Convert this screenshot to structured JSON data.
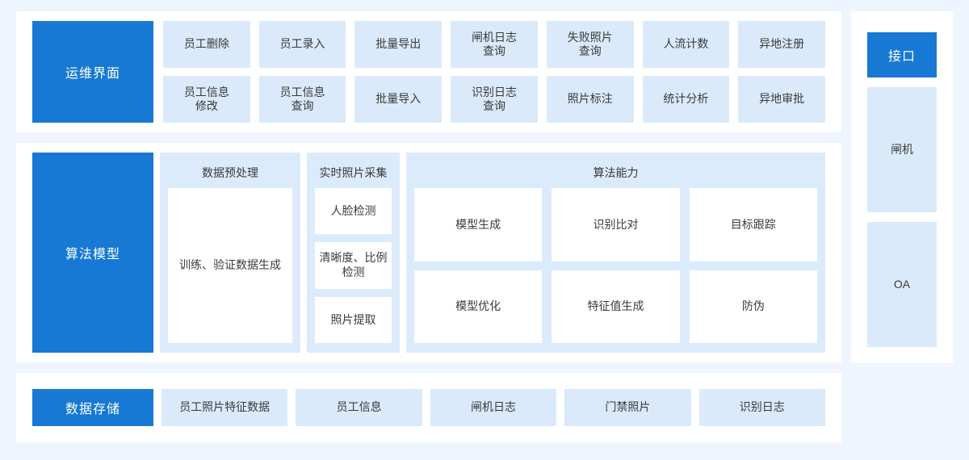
{
  "colors": {
    "page_background": "#eff5fe",
    "card_background": "#ffffff",
    "accent_blue": "#1779d3",
    "light_blue": "#daeafb",
    "panel_blue": "#dcebfc",
    "text": "#3a3a3a"
  },
  "sections": {
    "ops": {
      "label": "运维界面",
      "items": [
        "员工删除",
        "员工录入",
        "批量导出",
        "闸机日志\n查询",
        "失败照片\n查询",
        "人流计数",
        "异地注册",
        "员工信息\n修改",
        "员工信息\n查询",
        "批量导入",
        "识别日志\n查询",
        "照片标注",
        "统计分析",
        "异地审批"
      ],
      "row1": [
        "员工删除",
        "员工录入",
        "批量导出",
        "闸机日志 查询",
        "失败照片 查询",
        "人流计数",
        "异地注册"
      ],
      "row2": [
        "员工信息 修改",
        "员工信息 查询",
        "批量导入",
        "识别日志 查询",
        "照片标注",
        "统计分析",
        "异地审批"
      ]
    },
    "algorithm": {
      "label": "算法模型",
      "panels": [
        {
          "title": "数据预处理",
          "items": [
            "训练、验证数据生成"
          ]
        },
        {
          "title": "实时照片采集",
          "items": [
            "人脸检测",
            "清晰度、比例检测",
            "照片提取"
          ]
        },
        {
          "title": "算法能力",
          "items": [
            "模型生成",
            "识别比对",
            "目标跟踪",
            "模型优化",
            "特征值生成",
            "防伪"
          ]
        }
      ]
    },
    "storage": {
      "label": "数据存储",
      "items": [
        "员工照片特征数据",
        "员工信息",
        "闸机日志",
        "门禁照片",
        "识别日志"
      ]
    },
    "interface": {
      "label": "接口",
      "items": [
        "闸机",
        "OA"
      ]
    }
  }
}
